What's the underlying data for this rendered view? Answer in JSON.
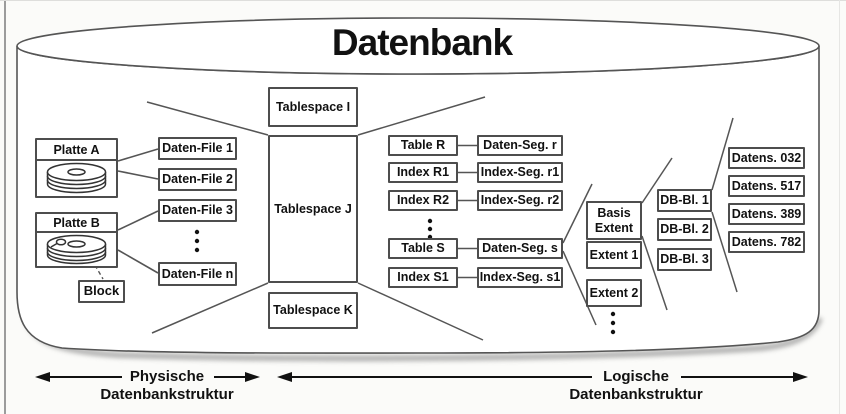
{
  "title": "Datenbank",
  "physical": {
    "disk_a": "Platte A",
    "disk_b": "Platte B",
    "block": "Block",
    "files": [
      "Daten-File 1",
      "Daten-File 2",
      "Daten-File 3",
      "Daten-File n"
    ]
  },
  "tablespaces": [
    "Tablespace I",
    "Tablespace J",
    "Tablespace K"
  ],
  "tables": [
    "Table R",
    "Index R1",
    "Index R2",
    "Table S",
    "Index S1"
  ],
  "segments": [
    "Daten-Seg. r",
    "Index-Seg. r1",
    "Index-Seg. r2",
    "Daten-Seg. s",
    "Index-Seg. s1"
  ],
  "extents": [
    "Basis Extent",
    "Extent 1",
    "Extent 2"
  ],
  "db_blocks": [
    "DB-Bl. 1",
    "DB-Bl. 2",
    "DB-Bl. 3"
  ],
  "records": [
    "Datens. 032",
    "Datens. 517",
    "Datens. 389",
    "Datens. 782"
  ],
  "legend": {
    "physical_line1": "Physische",
    "physical_line2": "Datenbankstruktur",
    "logical_line1": "Logische",
    "logical_line2": "Datenbankstruktur"
  },
  "icons": {
    "disk": "disk-stack-icon",
    "block_marker": "block-marker-icon",
    "ellipsis": "vertical-ellipsis-dots"
  },
  "colors": {
    "line": "#555555",
    "box_border": "#4d4d4d",
    "text": "#111111",
    "arrow": "#111111",
    "background": "#fbfbf9",
    "cylinder_fill": "#ffffff",
    "shadow": "#9a9a9a"
  }
}
